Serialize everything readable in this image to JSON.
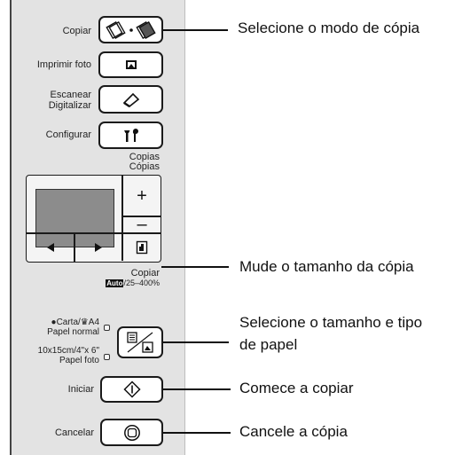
{
  "panel": {
    "copy_label": "Copiar",
    "print_photo_label": "Imprimir foto",
    "scan_label_1": "Escanear",
    "scan_label_2": "Digitalizar",
    "setup_label": "Configurar",
    "copies_label_1": "Copias",
    "copies_label_2": "Cópias",
    "plus_label": "+",
    "minus_label": "–",
    "copy_size_label": "Copiar",
    "copy_size_auto": "Auto",
    "copy_size_range": "/25–400%",
    "paper1_label_1": "●Carta/♛A4",
    "paper1_label_2": "Papel normal",
    "paper2_label_1": "10x15cm/4\"x 6\"",
    "paper2_label_2": "Papel foto",
    "start_label": "Iniciar",
    "cancel_label": "Cancelar"
  },
  "callouts": {
    "copy_mode": "Selecione o modo de cópia",
    "copy_size": "Mude o tamanho da cópia",
    "paper_line1": "Selecione o tamanho e tipo",
    "paper_line2": "de papel",
    "start": "Comece a copiar",
    "cancel": "Cancele a cópia"
  },
  "icons": {
    "copy_mode": "color-bw-copy-icon",
    "print_photo": "photo-print-icon",
    "scan": "scan-icon",
    "setup": "tools-icon",
    "left": "left-arrow-icon",
    "right": "right-arrow-icon",
    "copy_size": "copy-size-icon",
    "paper": "paper-type-icon",
    "start": "start-diamond-icon",
    "cancel": "stop-icon"
  }
}
